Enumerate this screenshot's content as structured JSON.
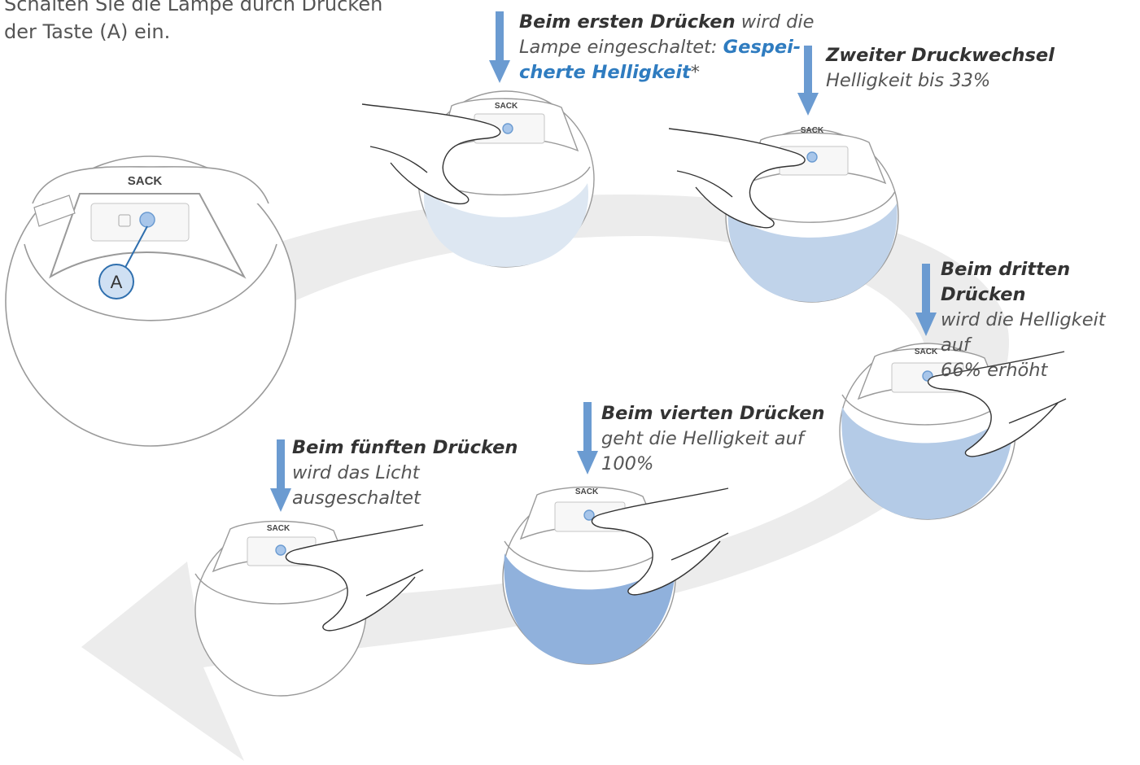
{
  "intro": {
    "line1": "Schalten Sie die Lampe durch Drücken",
    "line2": "der Taste (A) ein."
  },
  "button_marker": "A",
  "brand": "SACK",
  "steps": [
    {
      "head": "Beim ersten Drücken",
      "tail": " wird die",
      "line2": "Lampe eingeschaltet: ",
      "highlight1": "Gespei-",
      "highlight2": "cherte Helligkeit",
      "star": "*",
      "brightness_fill": 0.15
    },
    {
      "head": "Zweiter Druckwechsel",
      "line2": "Helligkeit bis 33%",
      "brightness_fill": 0.33
    },
    {
      "head": "Beim dritten Drücken",
      "line2": "wird die Helligkeit auf",
      "line3": "66% erhöht",
      "brightness_fill": 0.66
    },
    {
      "head": "Beim vierten Drücken",
      "line2": "geht die Helligkeit auf",
      "line3": "100%",
      "brightness_fill": 1.0
    },
    {
      "head": "Beim fünften Drücken",
      "line2": "wird das Licht",
      "line3": "ausgeschaltet",
      "brightness_fill": 0
    }
  ],
  "colors": {
    "arrow": "#6b9bd1",
    "loop": "#ededed",
    "outline": "#9a9a9a",
    "lamp_lit": "#8fb1dc",
    "accent_text": "#2f7cc0"
  }
}
